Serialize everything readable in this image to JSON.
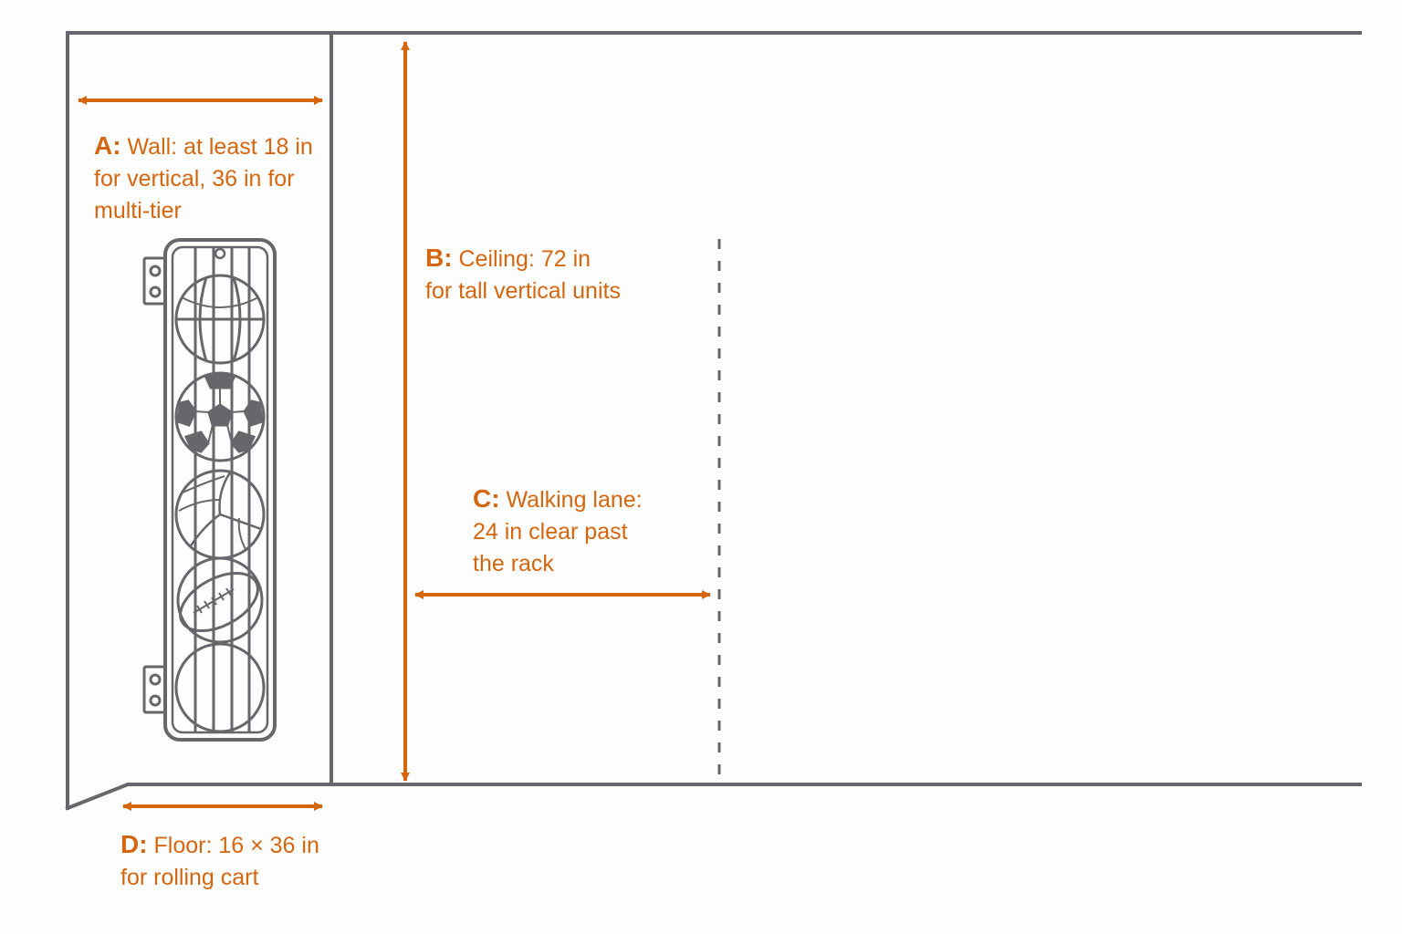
{
  "colors": {
    "structure": "#66666b",
    "accent": "#d4660f",
    "background": "#fdfdfd"
  },
  "callouts": {
    "a": {
      "key": "A:",
      "lines": [
        "Wall: at least 18 in",
        "for vertical, 36 in for",
        "multi-tier"
      ]
    },
    "b": {
      "key": "B:",
      "lines": [
        "Ceiling: 72 in",
        "for tall vertical units"
      ]
    },
    "c": {
      "key": "C:",
      "lines": [
        "Walking lane:",
        "24 in clear past",
        "the rack"
      ]
    },
    "d": {
      "key": "D:",
      "lines": [
        "Floor: 16 × 36 in",
        "for rolling cart"
      ]
    }
  },
  "rack": {
    "items": [
      "basketball-icon",
      "soccer-ball-icon",
      "volleyball-icon",
      "football-icon",
      "plain-ball-icon"
    ]
  }
}
